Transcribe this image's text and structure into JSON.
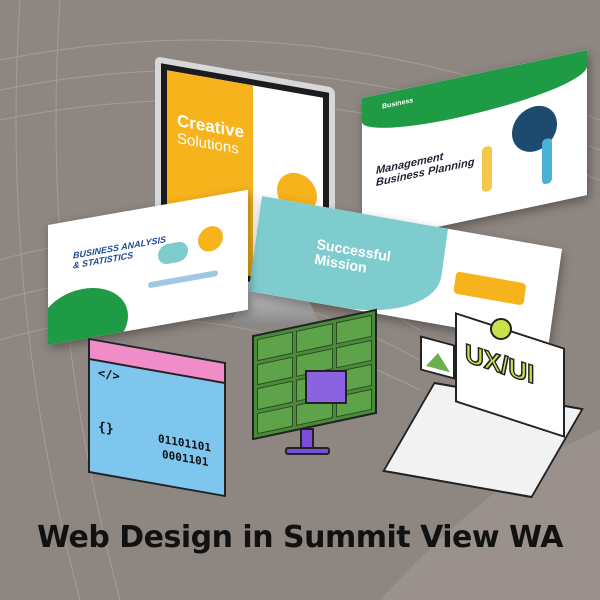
{
  "caption": "Web Design in Summit View WA",
  "monitor": {
    "title": "Creative",
    "subtitle": "Solutions"
  },
  "right_panel": {
    "brand": "Business",
    "title_line1": "Management",
    "title_line2": "Business Planning"
  },
  "teal_panel": {
    "title_line1": "Successful",
    "title_line2": "Mission"
  },
  "left_panel": {
    "title_line1": "BUSINESS ANALYSIS",
    "title_line2": "& STATISTICS"
  },
  "code_window": {
    "tag": "</>",
    "braces": "{}",
    "binary_line1": "01101101",
    "binary_line2": "0001101"
  },
  "laptop": {
    "label": "UX/UI"
  },
  "colors": {
    "background": "#8e8681",
    "yellow": "#f7b31b",
    "green": "#1f9a45",
    "teal": "#7fcccf",
    "code_blue": "#7fc6ef",
    "pink": "#f08cc8",
    "purple": "#7a4ed8",
    "lime": "#c9e34a"
  }
}
